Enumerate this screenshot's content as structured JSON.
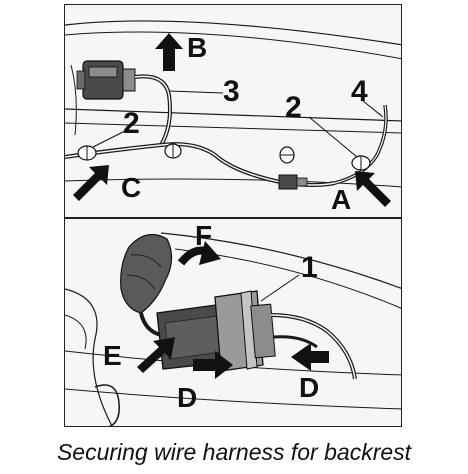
{
  "caption": "Securing wire harness for backrest",
  "top_labels": {
    "b": "B",
    "c": "C",
    "a": "A",
    "num_3": "3",
    "num_2_left": "2",
    "num_2_right": "2",
    "num_4": "4"
  },
  "bottom_labels": {
    "f": "F",
    "num_1": "1",
    "e": "E",
    "d_left": "D",
    "d_right": "D"
  },
  "colors": {
    "line": "#1a1a1a",
    "arrow": "#111111",
    "part_dark": "#4a4a4a",
    "part_mid": "#8c8c8c",
    "panel_bg": "#f6f6f6"
  }
}
